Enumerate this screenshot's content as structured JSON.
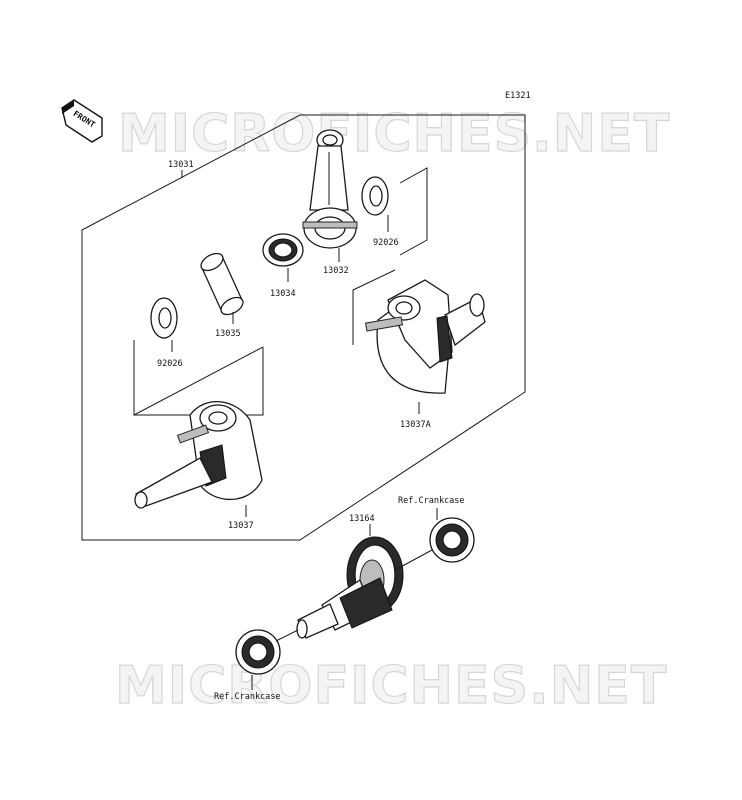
{
  "diagram": {
    "code": "E1321",
    "front_badge": "FRONT",
    "watermark": "MICROFICHES.NET",
    "parts": {
      "p13031": "13031",
      "p13032": "13032",
      "p92026a": "92026",
      "p13034": "13034",
      "p13035": "13035",
      "p92026b": "92026",
      "p13037A": "13037A",
      "p13037": "13037",
      "p13164": "13164",
      "ref_top": "Ref.Crankcase",
      "ref_bottom": "Ref.Crankcase"
    },
    "colors": {
      "line": "#1a1a1a",
      "watermark": "#d6d6d6"
    }
  }
}
